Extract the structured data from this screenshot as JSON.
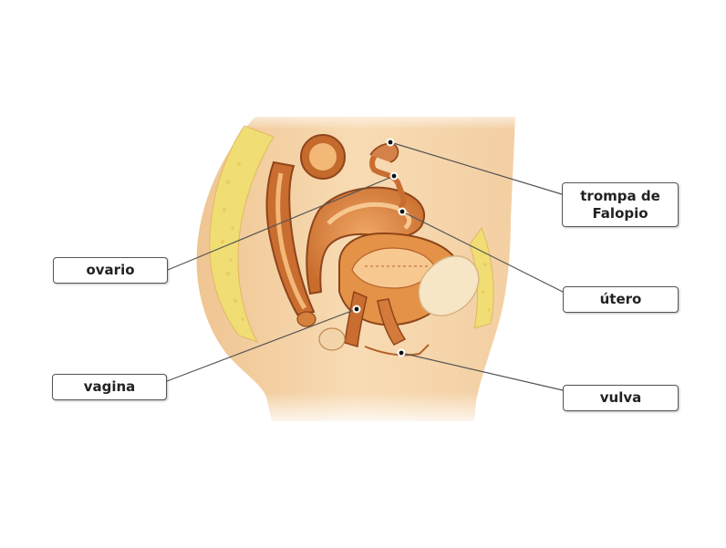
{
  "labels": {
    "trompa": "trompa de\nFalopio",
    "ovario": "ovario",
    "utero": "útero",
    "vagina": "vagina",
    "vulva": "vulva"
  },
  "colors": {
    "skin": "#f5d2a4",
    "fat": "#f1e27a",
    "organ": "#d9863e",
    "organ_dark": "#a5511f",
    "inner": "#f7c890"
  }
}
